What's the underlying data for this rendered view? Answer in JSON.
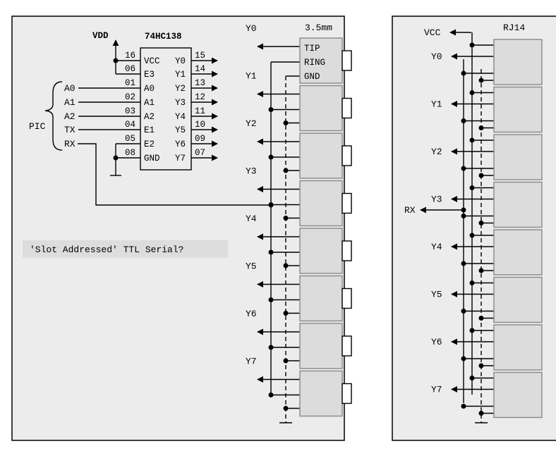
{
  "left_board": {
    "chip_name": "74HC138",
    "vdd_label": "VDD",
    "jack_type_label": "3.5mm",
    "pic_label": "PIC",
    "pic_signals": [
      "A0",
      "A1",
      "A2",
      "TX",
      "RX"
    ],
    "chip_left_pins": [
      {
        "num": "16",
        "name": "VCC"
      },
      {
        "num": "06",
        "name": "E3"
      },
      {
        "num": "01",
        "name": "A0"
      },
      {
        "num": "02",
        "name": "A1"
      },
      {
        "num": "03",
        "name": "A2"
      },
      {
        "num": "04",
        "name": "E1"
      },
      {
        "num": "05",
        "name": "E2"
      },
      {
        "num": "08",
        "name": "GND"
      }
    ],
    "chip_right_pins": [
      {
        "num": "15",
        "name": "Y0"
      },
      {
        "num": "14",
        "name": "Y1"
      },
      {
        "num": "13",
        "name": "Y2"
      },
      {
        "num": "12",
        "name": "Y3"
      },
      {
        "num": "11",
        "name": "Y4"
      },
      {
        "num": "10",
        "name": "Y5"
      },
      {
        "num": "09",
        "name": "Y6"
      },
      {
        "num": "07",
        "name": "Y7"
      }
    ],
    "jack_contact_labels": [
      "TIP",
      "RING",
      "GND"
    ],
    "slot_labels": [
      "Y0",
      "Y1",
      "Y2",
      "Y3",
      "Y4",
      "Y5",
      "Y6",
      "Y7"
    ],
    "caption": "'Slot Addressed' TTL Serial?"
  },
  "right_board": {
    "connector_name": "RJ14",
    "vcc_label": "VCC",
    "rx_label": "RX",
    "slot_labels": [
      "Y0",
      "Y1",
      "Y2",
      "Y3",
      "Y4",
      "Y5",
      "Y6",
      "Y7"
    ]
  }
}
